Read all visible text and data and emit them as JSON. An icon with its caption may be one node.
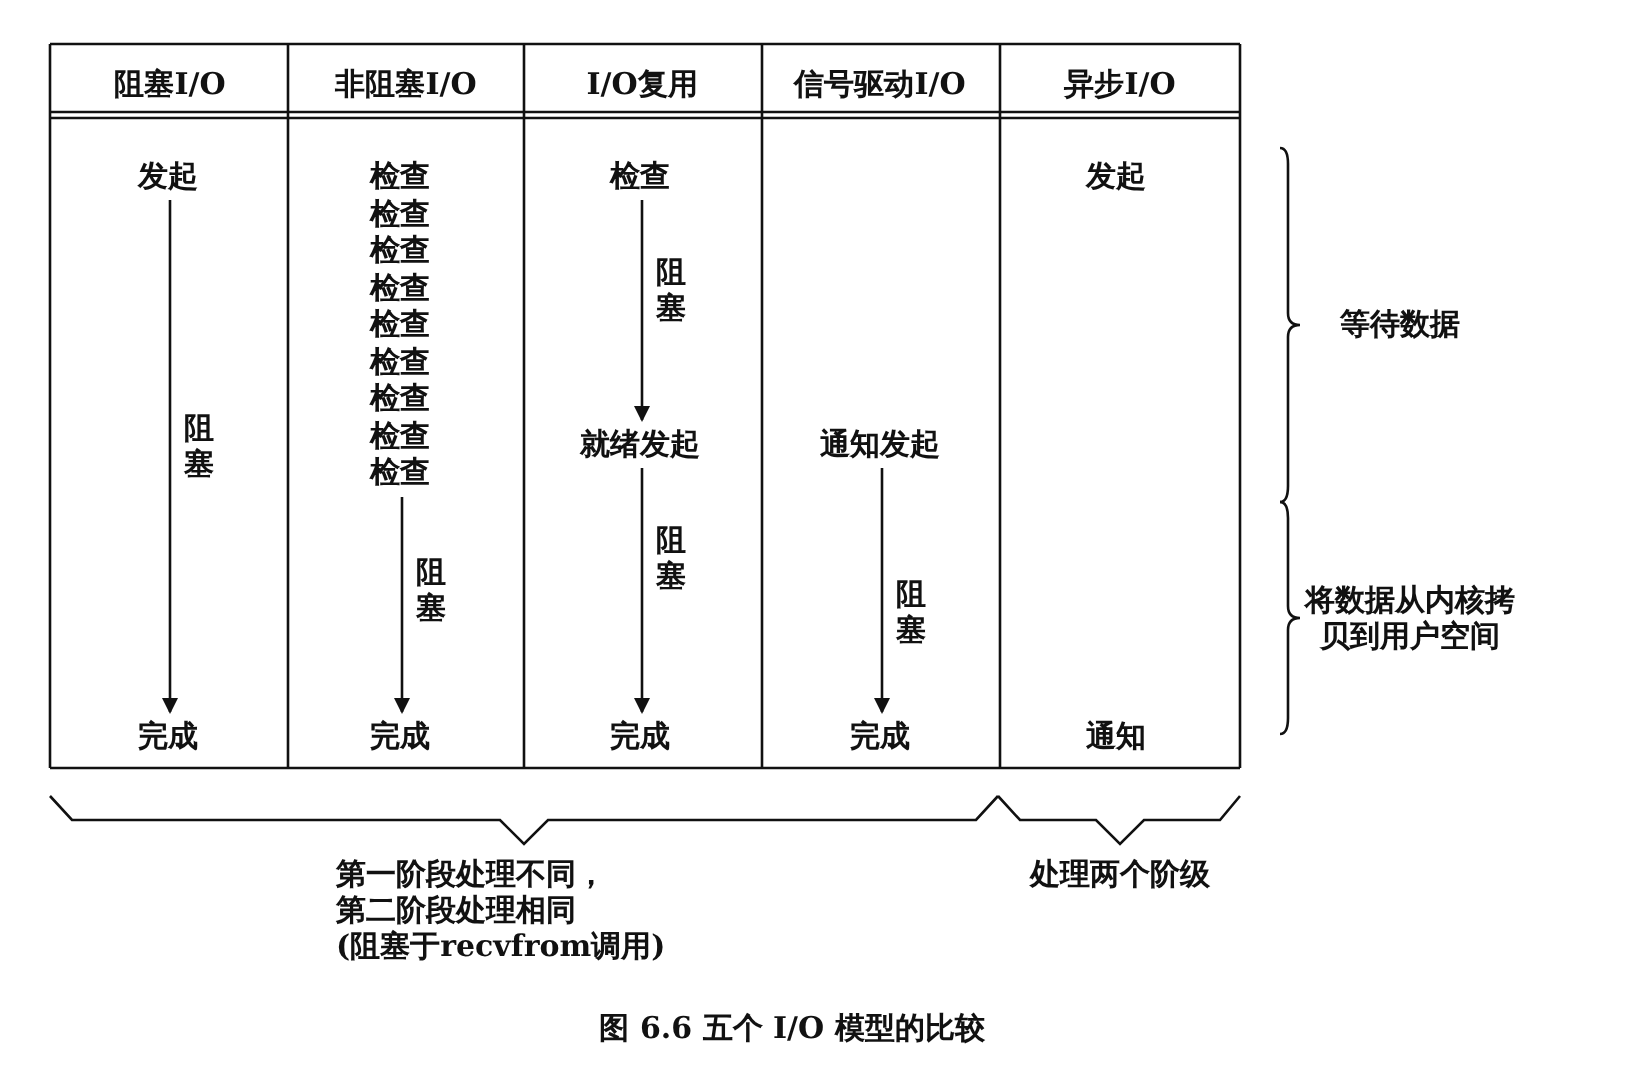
{
  "diagram": {
    "caption": "图 6.6 五个 I/O 模型的比较",
    "nodes": [
      {
        "text": [
          "发起"
        ]
      },
      {
        "text": [
          "完成"
        ]
      },
      {
        "text": [
          "检查",
          "检查",
          "检查",
          "检查",
          "检查",
          "检查",
          "检查",
          "检查",
          "检查"
        ]
      },
      {
        "text": [
          "完成"
        ]
      },
      {
        "text": [
          "检查"
        ]
      },
      {
        "text": [
          "就绪发起"
        ]
      },
      {
        "text": [
          "完成"
        ]
      },
      {
        "text": [
          "通知发起"
        ]
      },
      {
        "text": [
          "完成"
        ]
      }
    ],
    "edges": [
      {
        "from": 0,
        "to": 1,
        "arrow": "to",
        "label": "阻塞"
      },
      {
        "from": 2,
        "to": 3,
        "arrow": "to",
        "label": "阻塞"
      },
      {
        "from": 4,
        "to": 5,
        "arrow": "to",
        "label": "阻塞"
      },
      {
        "from": 5,
        "to": 6,
        "arrow": "to",
        "label": "阻塞"
      },
      {
        "from": 7,
        "to": 8,
        "arrow": "to",
        "label": "阻塞"
      }
    ],
    "labels": [
      "阻塞I/O",
      "非阻塞I/O",
      "I/O复用",
      "信号驱动I/O",
      "异步I/O",
      "发起",
      "通知",
      "等待数据",
      "将数据从内核拷贝到用户空间",
      "第一阶段处理不同，",
      "第二阶段处理相同",
      "(阻塞于recvfrom调用)",
      "处理两个阶级"
    ]
  }
}
